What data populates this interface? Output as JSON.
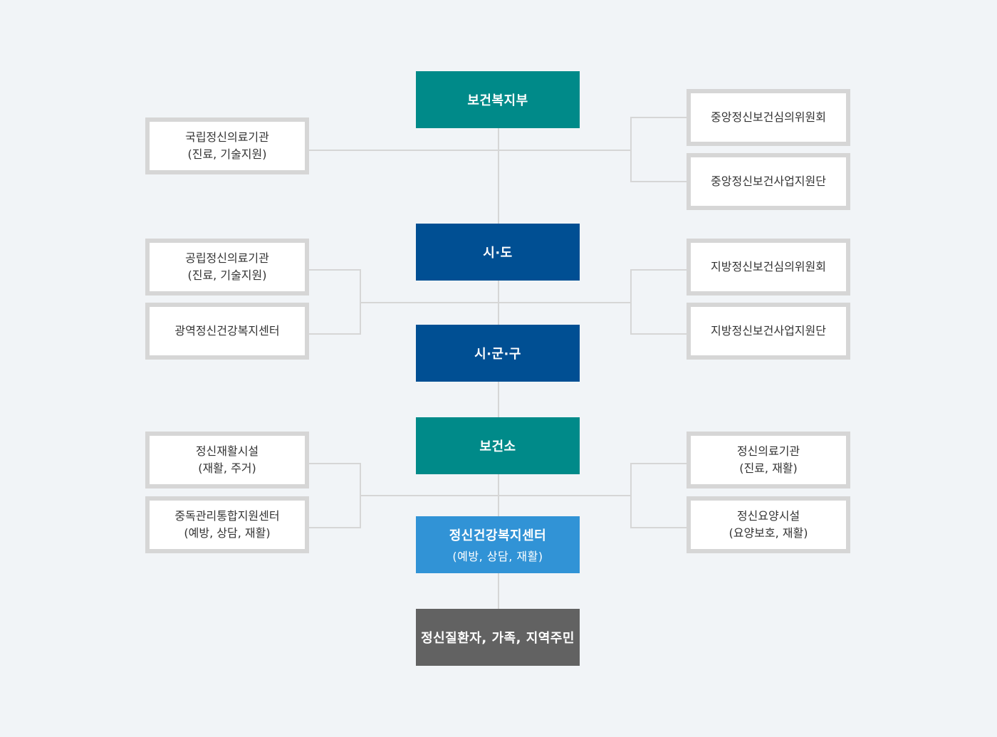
{
  "center": {
    "ministry": "보건복지부",
    "province": "시·도",
    "district": "시·군·구",
    "health_center": "보건소",
    "mental_center": "정신건강복지센터",
    "mental_center_sub": "(예방, 상담, 재활)",
    "citizens": "정신질환자, 가족, 지역주민"
  },
  "left": {
    "national_hospital": [
      "국립정신의료기관",
      "(진료, 기술지원)"
    ],
    "public_hospital": [
      "공립정신의료기관",
      "(진료, 기술지원)"
    ],
    "regional_center": [
      "광역정신건강복지센터"
    ],
    "rehab_facility": [
      "정신재활시설",
      "(재활, 주거)"
    ],
    "addiction_center": [
      "중독관리통합지원센터",
      "(예방, 상담, 재활)"
    ]
  },
  "right": {
    "central_committee": [
      "중앙정신보건심의위원회"
    ],
    "central_support": [
      "중앙정신보건사업지원단"
    ],
    "local_committee": [
      "지방정신보건심의위원회"
    ],
    "local_support": [
      "지방정신보건사업지원단"
    ],
    "medical_institution": [
      "정신의료기관",
      "(진료, 재활)"
    ],
    "care_facility": [
      "정신요양시설",
      "(요양보호, 재활)"
    ]
  },
  "colors": {
    "teal": "#008a89",
    "navy": "#004f93",
    "sky": "#3193d6",
    "gray": "#626262",
    "border": "#d6d6d6",
    "line": "#d6d6d6",
    "background": "#f1f4f7"
  }
}
